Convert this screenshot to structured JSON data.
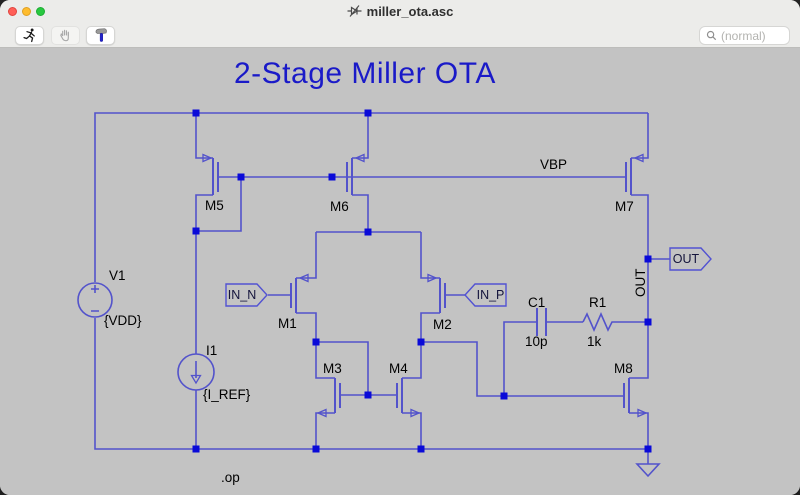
{
  "window": {
    "title": "miller_ota.asc"
  },
  "toolbar": {
    "run_button": "run",
    "pan_button": "pan",
    "control_panel_button": "control-panel",
    "search_placeholder": "(normal)"
  },
  "schematic": {
    "title": "2-Stage Miller OTA",
    "directive": ".op",
    "components": {
      "M1": {
        "name": "M1",
        "type": "pmos"
      },
      "M2": {
        "name": "M2",
        "type": "pmos"
      },
      "M3": {
        "name": "M3",
        "type": "nmos"
      },
      "M4": {
        "name": "M4",
        "type": "nmos"
      },
      "M5": {
        "name": "M5",
        "type": "pmos"
      },
      "M6": {
        "name": "M6",
        "type": "pmos"
      },
      "M7": {
        "name": "M7",
        "type": "pmos"
      },
      "M8": {
        "name": "M8",
        "type": "nmos"
      },
      "V1": {
        "name": "V1",
        "value": "{VDD}"
      },
      "I1": {
        "name": "I1",
        "value": "{I_REF}"
      },
      "C1": {
        "name": "C1",
        "value": "10p"
      },
      "R1": {
        "name": "R1",
        "value": "1k"
      }
    },
    "ports": {
      "in_n": {
        "label": "IN_N"
      },
      "in_p": {
        "label": "IN_P"
      },
      "out": {
        "label": "OUT"
      }
    },
    "net_labels": {
      "vbp": "VBP",
      "out_vertical": "OUT"
    },
    "colors": {
      "wire": "#5353cb",
      "junction": "#0a0ad8",
      "port_outline": "#5252d2",
      "port_text": "#14143c",
      "label": "#000000",
      "schematic_title": "#1a1ac8",
      "canvas_bg": "#c3c3c3",
      "chrome_bg": "#ececea",
      "traffic_red": "#ff5f57",
      "traffic_yellow": "#febc2e",
      "traffic_green": "#28c840",
      "placeholder": "#b3b3b0"
    }
  }
}
